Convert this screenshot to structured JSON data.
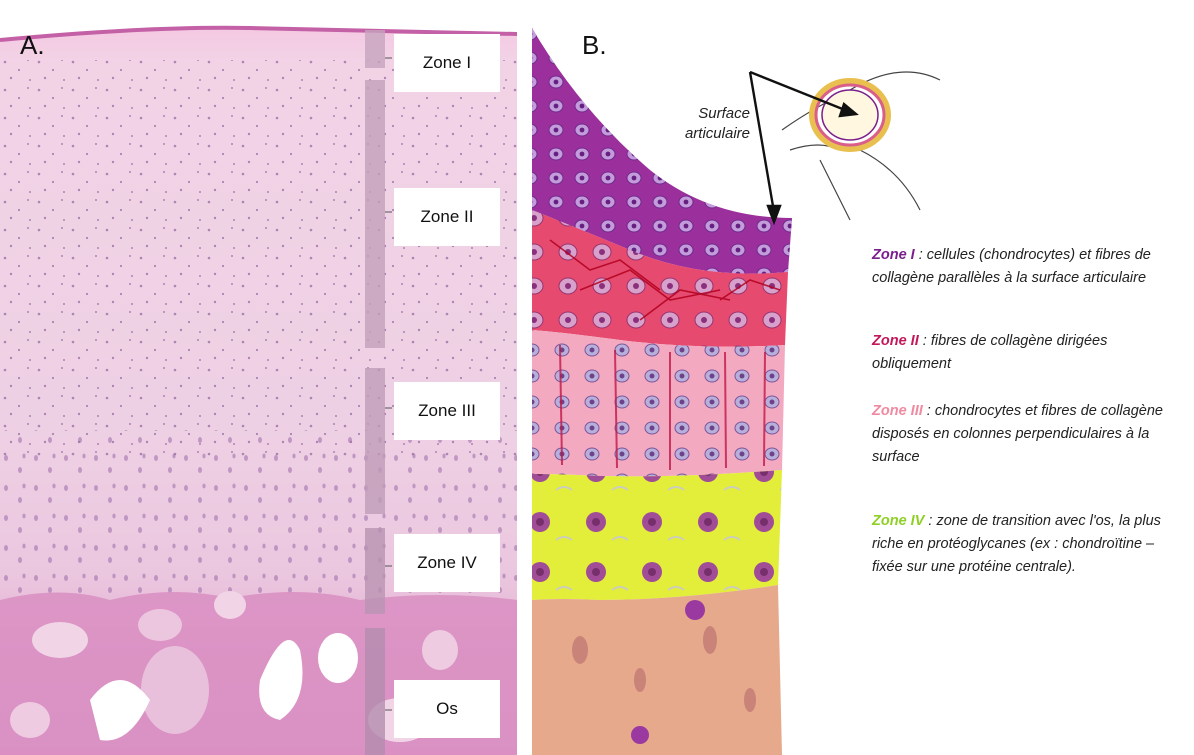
{
  "panel_a": {
    "label": "A.",
    "zones": [
      "Zone I",
      "Zone II",
      "Zone III",
      "Zone IV",
      "Os"
    ]
  },
  "panel_b": {
    "label": "B.",
    "surface_label_line1": "Surface",
    "surface_label_line2": "articulaire",
    "legend": [
      {
        "title": "Zone I",
        "text": " : cellules (chondrocytes) et fibres de collagène parallèles à la surface articulaire"
      },
      {
        "title": "Zone II",
        "text": " : fibres de collagène dirigées obliquement"
      },
      {
        "title": "Zone III",
        "text": " : chondrocytes et fibres de collagène disposés en colonnes perpendiculaires à la surface"
      },
      {
        "title": "Zone IV",
        "text": " : zone de transition avec l'os, la plus riche en protéoglycanes (ex : chondroïtine – fixée sur une protéine centrale)."
      }
    ]
  },
  "colors": {
    "zone1": "#7a1f8c",
    "zone2": "#c2185b",
    "zone3": "#f08aa0",
    "zone4": "#8fd024",
    "histology_pink": "#e9b6d3"
  }
}
